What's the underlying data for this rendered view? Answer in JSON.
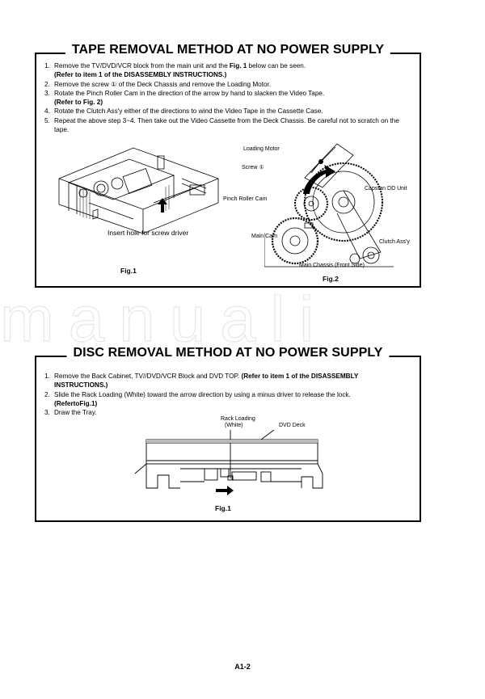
{
  "section1": {
    "title": "TAPE REMOVAL METHOD AT NO POWER SUPPLY",
    "steps": [
      {
        "num": "1.",
        "text": "Remove the TV/DVD/VCR block from the main unit and the ",
        "bold_inline": "Fig. 1",
        "text_after": "   below can be seen.",
        "note": "(Refer to item 1 of the DISASSEMBLY INSTRUCTIONS.)"
      },
      {
        "num": "2.",
        "text": "Remove the screw ",
        "symbol": "①",
        "text_after": " of the  Deck Chassis and remove the Loading Motor."
      },
      {
        "num": "3.",
        "text": "Rotate the Pinch Roller Cam in the direction of the arrow by hand to slacken the Video Tape.",
        "note": "(Refer to Fig. 2)"
      },
      {
        "num": "4.",
        "text": "Rotate the Clutch Ass'y either of the directions to wind the Video Tape in the Cassette Case."
      },
      {
        "num": "5.",
        "text": "Repeat the above step 3~4. Then take out the Video Cassette from the Deck Chassis. Be careful not to scratch on the tape."
      }
    ],
    "fig1": {
      "callout": "Insert hole for screw driver",
      "caption": "Fig.1"
    },
    "fig2": {
      "labels": {
        "loading_motor": "Loading Motor",
        "screw": "Screw ①",
        "capstan": "Capstan DD Unit",
        "pinch": "Pinch Roller Cam",
        "main_cam": "Main Cam",
        "clutch": "Clutch Ass'y",
        "chassis": "Main Chassis (Front Side)"
      },
      "caption": "Fig.2"
    }
  },
  "section2": {
    "title": "DISC REMOVAL METHOD AT NO POWER SUPPLY",
    "steps": [
      {
        "num": "1.",
        "text": "Remove the Back Cabinet, TV//DVD/VCR Block and DVD TOP. ",
        "bold_inline": "(Refer to item 1 of the DISASSEMBLY INSTRUCTIONS.)"
      },
      {
        "num": "2.",
        "text": "Slide the Rack Loading (White) toward the arrow direction by using a minus driver to release the lock.",
        "note": "(RefertoFig.1)"
      },
      {
        "num": "3.",
        "text": "Draw the Tray."
      }
    ],
    "fig1": {
      "rack_label": "Rack Loading",
      "rack_sub": "(White)",
      "deck_label": "DVD Deck",
      "caption": "Fig.1"
    }
  },
  "watermark": {
    "text": "manuali"
  },
  "page_number": "A1-2"
}
